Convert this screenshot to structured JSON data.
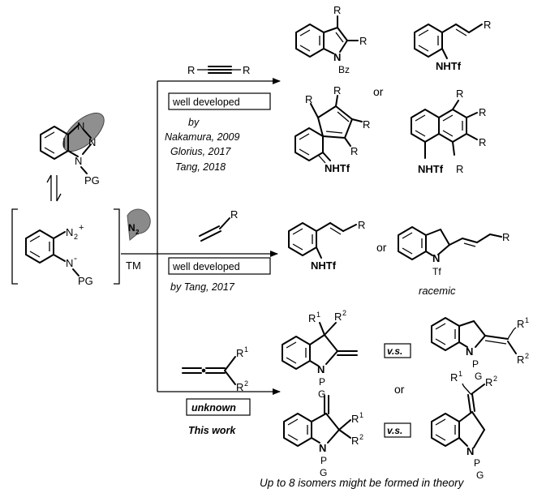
{
  "colors": {
    "ink": "#000000",
    "diazo_ellipse": "#8f8f8f",
    "n2_bubble": "#8a8a8a"
  },
  "start": {
    "pg": "PG",
    "n1": "N",
    "n2": "N",
    "n3": "N",
    "diazonium_n2": "N",
    "diazonium_sub": "2",
    "diazonium_charge": "+",
    "amide_n": "N",
    "amide_charge": "-",
    "amide_pg": "PG"
  },
  "reagents": {
    "n2_bubble_n": "N",
    "n2_bubble_sub": "2",
    "catalyst": "TM"
  },
  "rows": {
    "alkyne": {
      "r_left": "R",
      "r_right": "R",
      "badge": "well developed",
      "refs": [
        "by",
        "Nakamura, 2009",
        "Glorius, 2017",
        "Tang, 2018"
      ],
      "or": "or",
      "indole": {
        "r3": "R",
        "r2": "R",
        "n": "N",
        "bz": "Bz"
      },
      "styryl": {
        "r": "R",
        "nhtf": "NHTf"
      },
      "spiro": {
        "r1": "R",
        "r2": "R",
        "r3": "R",
        "r4": "R",
        "nhtf": "NHTf"
      },
      "naphth": {
        "r1": "R",
        "r2": "R",
        "r3": "R",
        "r4": "R",
        "nhtf": "NHTf"
      }
    },
    "alkene": {
      "r": "R",
      "badge": "well developed",
      "ref": "by Tang, 2017",
      "or": "or",
      "styryl": {
        "r": "R",
        "nhtf": "NHTf"
      },
      "indoline": {
        "r": "R",
        "n": "N",
        "tf": "Tf",
        "note": "racemic"
      }
    },
    "allene": {
      "r1": "R",
      "r1_sup": "1",
      "r2": "R",
      "r2_sup": "2",
      "badge": "unknown",
      "subtitle": "This work",
      "vs": "v.s.",
      "or": "or",
      "footnote": "Up to 8 isomers might be formed in theory",
      "p1": {
        "r1": "R",
        "r1_sup": "1",
        "r2": "R",
        "r2_sup": "2",
        "n": "N",
        "p": "P",
        "g": "G"
      },
      "p2": {
        "r1": "R",
        "r1_sup": "1",
        "r2": "R",
        "r2_sup": "2",
        "n": "N",
        "p": "P",
        "g": "G"
      },
      "p3": {
        "r1": "R",
        "r1_sup": "1",
        "r2": "R",
        "r2_sup": "2",
        "n": "N",
        "p": "P",
        "g": "G"
      },
      "p4": {
        "r1": "R",
        "r1_sup": "1",
        "r2": "R",
        "r2_sup": "2",
        "n": "N",
        "p": "P",
        "g": "G"
      }
    }
  }
}
